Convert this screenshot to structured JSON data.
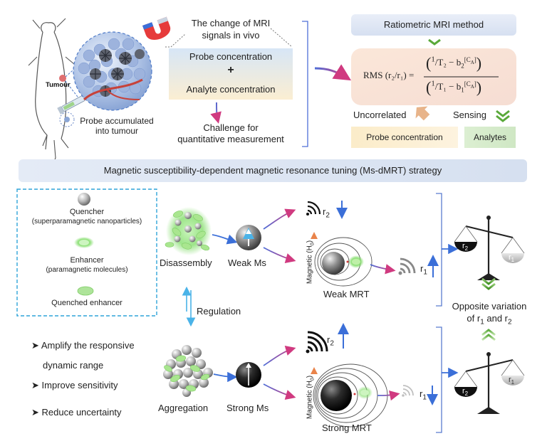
{
  "top_left": {
    "tumour_label": "Tumour",
    "accumulated_caption_line1": "Probe accumulated",
    "accumulated_caption_line2": "into tumour"
  },
  "top_middle": {
    "heading_line1": "The change of MRI",
    "heading_line2": "signals  in vivo",
    "probe_concentration": "Probe concentration",
    "plus": "+",
    "analyte_concentration": "Analyte concentration",
    "challenge_line1": "Challenge for",
    "challenge_line2": "quantitative measurement"
  },
  "top_right": {
    "method_title": "Ratiometric MRI method",
    "formula_lhs": "RMS (r₂/r₁) =",
    "formula_num_sup": "1",
    "formula_num_sub": "T₂",
    "formula_num_b": "− b",
    "formula_num_b_sub": "2",
    "formula_num_b_sup": "[C",
    "formula_num_b_sup_sub": "A",
    "formula_num_b_sup_close": "]",
    "formula_den_sup": "1",
    "formula_den_sub": "T₁",
    "formula_den_b": "− b",
    "formula_den_b_sub": "1",
    "formula_den_b_sup": "[C",
    "formula_den_b_sup_sub": "A",
    "formula_den_b_sup_close": "]",
    "uncorrelated": "Uncorrelated",
    "sensing": "Sensing",
    "probe_concentration": "Probe concentration",
    "analytes": "Analytes"
  },
  "banner": "Magnetic susceptibility-dependent magnetic resonance tuning (Ms-dMRT) strategy",
  "legend": {
    "quencher": "Quencher",
    "quencher_desc": "(superparamagnetic nanoparticles)",
    "enhancer": "Enhancer",
    "enhancer_desc": "(paramagnetic molecules)",
    "quenched_enhancer": "Quenched  enhancer"
  },
  "benefits": [
    "Amplify the responsive",
    "dynamic range",
    "Improve sensitivity",
    "Reduce uncertainty"
  ],
  "flow": {
    "disassembly": "Disassembly",
    "weak_ms": "Weak Ms",
    "regulation": "Regulation",
    "aggregation": "Aggregation",
    "strong_ms": "Strong Ms",
    "weak_mrt": "Weak MRT",
    "strong_mrt": "Strong MRT",
    "magnetic_label": "Magnetic (H",
    "magnetic_sub": "0",
    "magnetic_close": ")",
    "r2": "r",
    "r2_sub": "2",
    "r1": "r",
    "r1_sub": "1"
  },
  "right": {
    "opposite_line1": "Opposite variation",
    "opposite_line2_a": "of r",
    "opposite_sub1": "1",
    "opposite_line2_b": " and r",
    "opposite_sub2": "2",
    "balance_r2": "r",
    "balance_r2_sub": "2",
    "balance_r1": "r",
    "balance_r1_sub": "1"
  },
  "colors": {
    "accent_blue": "#3b6fd8",
    "arrow_pink": "#d03a80",
    "green_chevron": "#4f9a31",
    "bracket_blue": "#5b7ccf",
    "banner_bg": "#dde6f4"
  }
}
